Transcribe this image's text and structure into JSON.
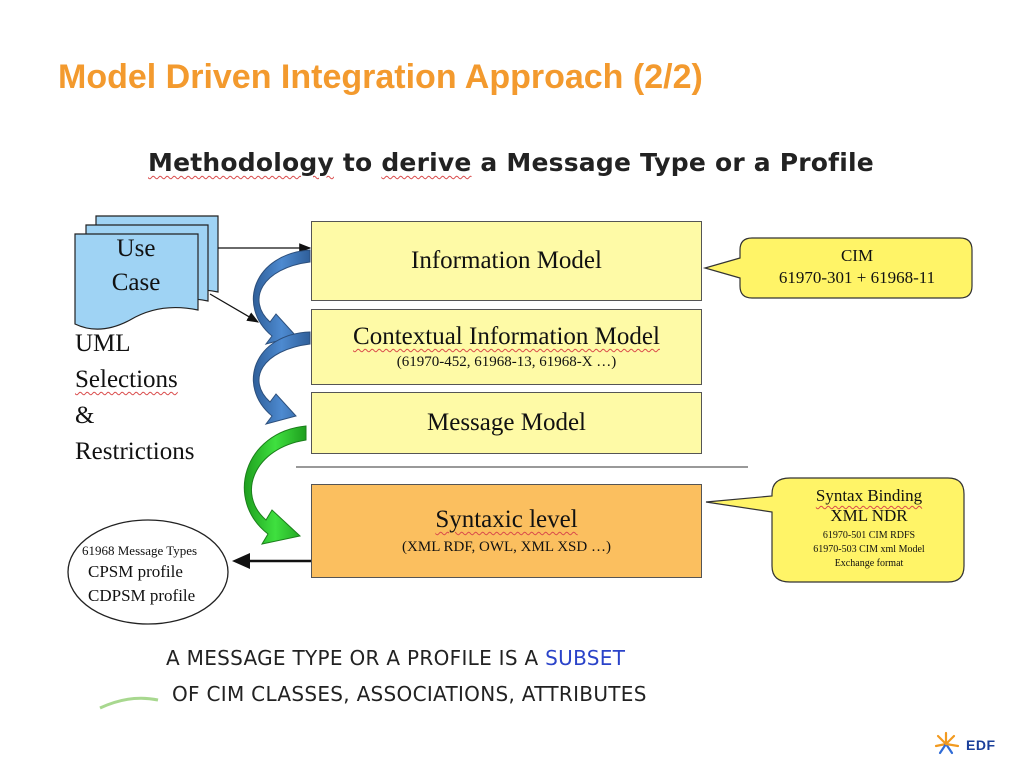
{
  "title": "Model Driven Integration Approach (2/2)",
  "subtitle_parts": [
    "Methodology",
    " to ",
    "derive",
    " a Message Type or a Profile"
  ],
  "use_case": {
    "line1": "Use",
    "line2": "Case"
  },
  "left_label": {
    "line1": "UML",
    "line2": "Selections",
    "line3": "&",
    "line4": "Restrictions"
  },
  "boxes": {
    "information_model": "Information Model",
    "contextual_model": "Contextual Information Model",
    "contextual_sub": "(61970-452, 61968-13, 61968-X …)",
    "message_model": "Message Model",
    "syntaxic_level": "Syntaxic level",
    "syntaxic_sub": "(XML RDF, OWL, XML XSD …)"
  },
  "callout_cim": {
    "line1": "CIM",
    "line2": "61970-301 + 61968-11"
  },
  "callout_syntax": {
    "line1": "Syntax Binding",
    "line2": "XML NDR",
    "line3": "61970-501  CIM RDFS",
    "line4": "61970-503  CIM xml Model",
    "line5": "Exchange format"
  },
  "ellipse": {
    "line1": "61968 Message Types",
    "line2": "CPSM profile",
    "line3": "CDPSM profile"
  },
  "bottom": {
    "line1_prefix": "A MESSAGE TYPE OR A PROFILE IS A ",
    "line1_highlight": "SUBSET",
    "line2": "OF CIM CLASSES, ASSOCIATIONS, ATTRIBUTES"
  },
  "logo_text": "EDF",
  "colors": {
    "title": "#f39a2e",
    "yellow_box": "#fefaa6",
    "orange_box": "#fbbf5f",
    "callout": "#fff467",
    "use_case": "#9fd3f4",
    "blue_arrow": "#3a73b5",
    "green_arrow": "#2ecc2e",
    "subset": "#2a43c9"
  }
}
